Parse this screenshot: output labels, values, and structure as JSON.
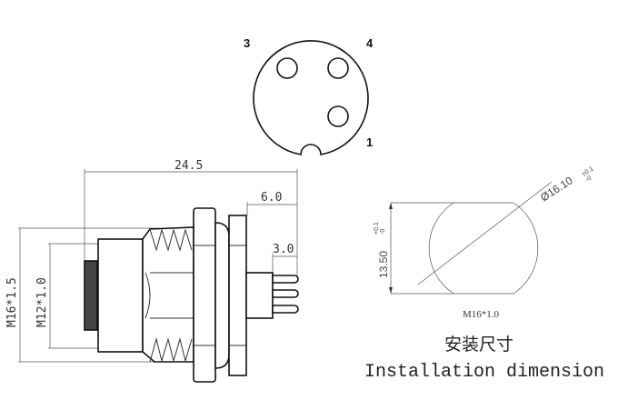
{
  "pin_view": {
    "pins": [
      "3",
      "4",
      "1"
    ]
  },
  "side_view": {
    "overall_length": "24.5",
    "flange_to_pin": "6.0",
    "pin_length": "3.0",
    "outer_thread": "M16*1.5",
    "inner_thread": "M12*1.0"
  },
  "installation": {
    "height": "13.50",
    "height_tol_upper": "+0.1",
    "height_tol_lower": "-0",
    "diameter": "Ø16.10",
    "diameter_tol_upper": "±0.1",
    "diameter_tol_lower": "-0",
    "thread": "M16*1.0",
    "title_cn": "安装尺寸",
    "title_en": "Installation dimension"
  }
}
